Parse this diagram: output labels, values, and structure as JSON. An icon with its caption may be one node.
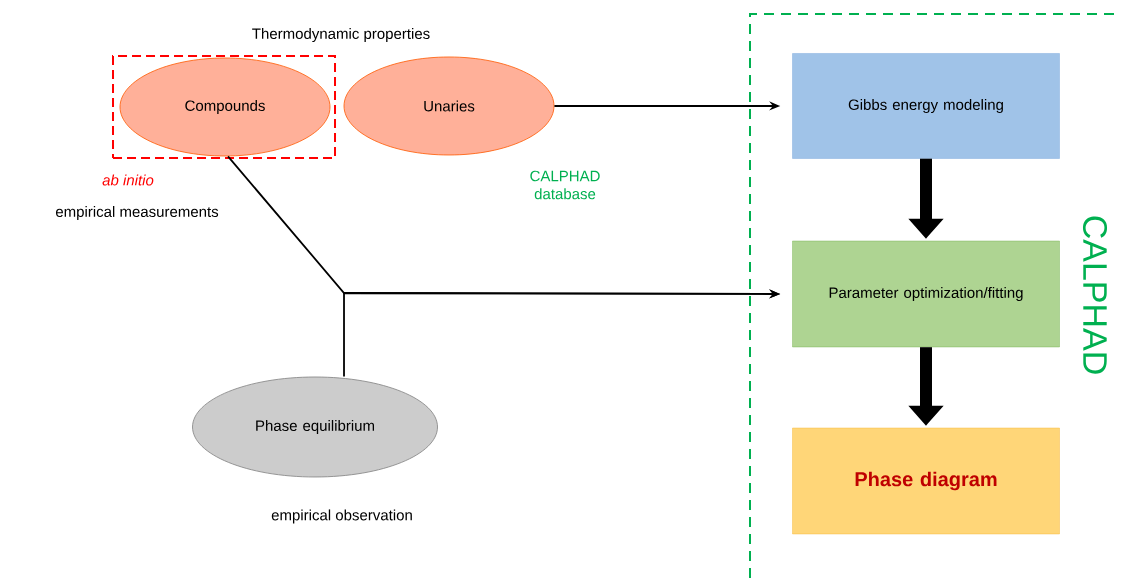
{
  "diagram": {
    "nodes": [
      {
        "text": [],
        "shape": "box"
      },
      {
        "text": [
          "Compounds"
        ],
        "in": 0
      },
      {
        "text": [
          "Unaries"
        ]
      },
      {
        "text": [
          "Phase equilibrium"
        ],
        "beside": [
          "empirical observation"
        ]
      },
      {
        "text": [
          "CALPHAD"
        ]
      },
      {
        "text": [
          "Gibbs energy modeling"
        ],
        "in": 4
      },
      {
        "text": [
          "Parameter optimization/fitting"
        ],
        "in": 4
      },
      {
        "text": [
          "Phase diagram"
        ],
        "in": 4
      }
    ],
    "edges": [
      {
        "from": 1,
        "to": 6,
        "arrow": "to"
      },
      {
        "from": 3,
        "to": 6,
        "arrow": "to"
      },
      {
        "from": 2,
        "to": 5,
        "arrow": "to"
      },
      {
        "from": 5,
        "to": 6,
        "arrow": "to",
        "style": "thick"
      },
      {
        "from": 6,
        "to": 7,
        "arrow": "to",
        "style": "thick"
      }
    ],
    "labels": [
      "Thermodynamic properties",
      "ab initio",
      "empirical measurements",
      "CALPHAD database"
    ]
  }
}
